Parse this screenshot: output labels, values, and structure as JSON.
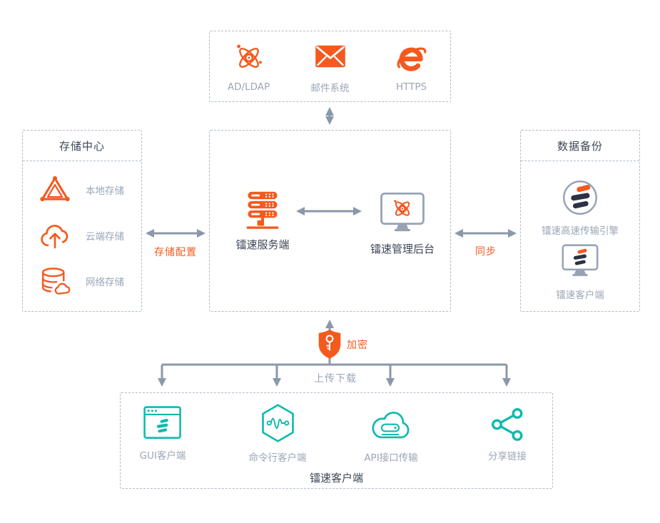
{
  "colors": {
    "accent_orange": "#F5591D",
    "brand_navy": "#2A3243",
    "teal": "#10B9AE",
    "arrow_gray": "#8B98A8",
    "dashed_border": "#AFBCCB",
    "dark_text": "#3D4756",
    "muted_text": "#9AA6B6"
  },
  "top_box": {
    "items": [
      {
        "icon": "atom-icon",
        "label": "AD/LDAP"
      },
      {
        "icon": "mail-icon",
        "label": "邮件系统"
      },
      {
        "icon": "ie-browser-icon",
        "label": "HTTPS"
      }
    ]
  },
  "left_box": {
    "title": "存储中心",
    "items": [
      {
        "icon": "triangle-network-icon",
        "label": "本地存储"
      },
      {
        "icon": "cloud-upload-icon",
        "label": "云端存储"
      },
      {
        "icon": "database-cloud-icon",
        "label": "网络存储"
      }
    ]
  },
  "center_box": {
    "server_label": "镭速服务端",
    "console_label": "镭速管理后台"
  },
  "right_box": {
    "title": "数据备份",
    "items": [
      {
        "icon": "raysync-engine-icon",
        "label": "镭速高速传输引擎"
      },
      {
        "icon": "raysync-client-monitor-icon",
        "label": "镭速客户端"
      }
    ]
  },
  "bottom_box": {
    "title": "镭速客户端",
    "items": [
      {
        "icon": "gui-client-icon",
        "label": "GUI客户端"
      },
      {
        "icon": "cli-client-icon",
        "label": "命令行客户端"
      },
      {
        "icon": "api-transfer-icon",
        "label": "API接口传输"
      },
      {
        "icon": "share-link-icon",
        "label": "分享链接"
      }
    ]
  },
  "connectors": {
    "storage_config": "存储配置",
    "sync": "同步",
    "encrypt": "加密",
    "upload_download": "上传下载"
  }
}
